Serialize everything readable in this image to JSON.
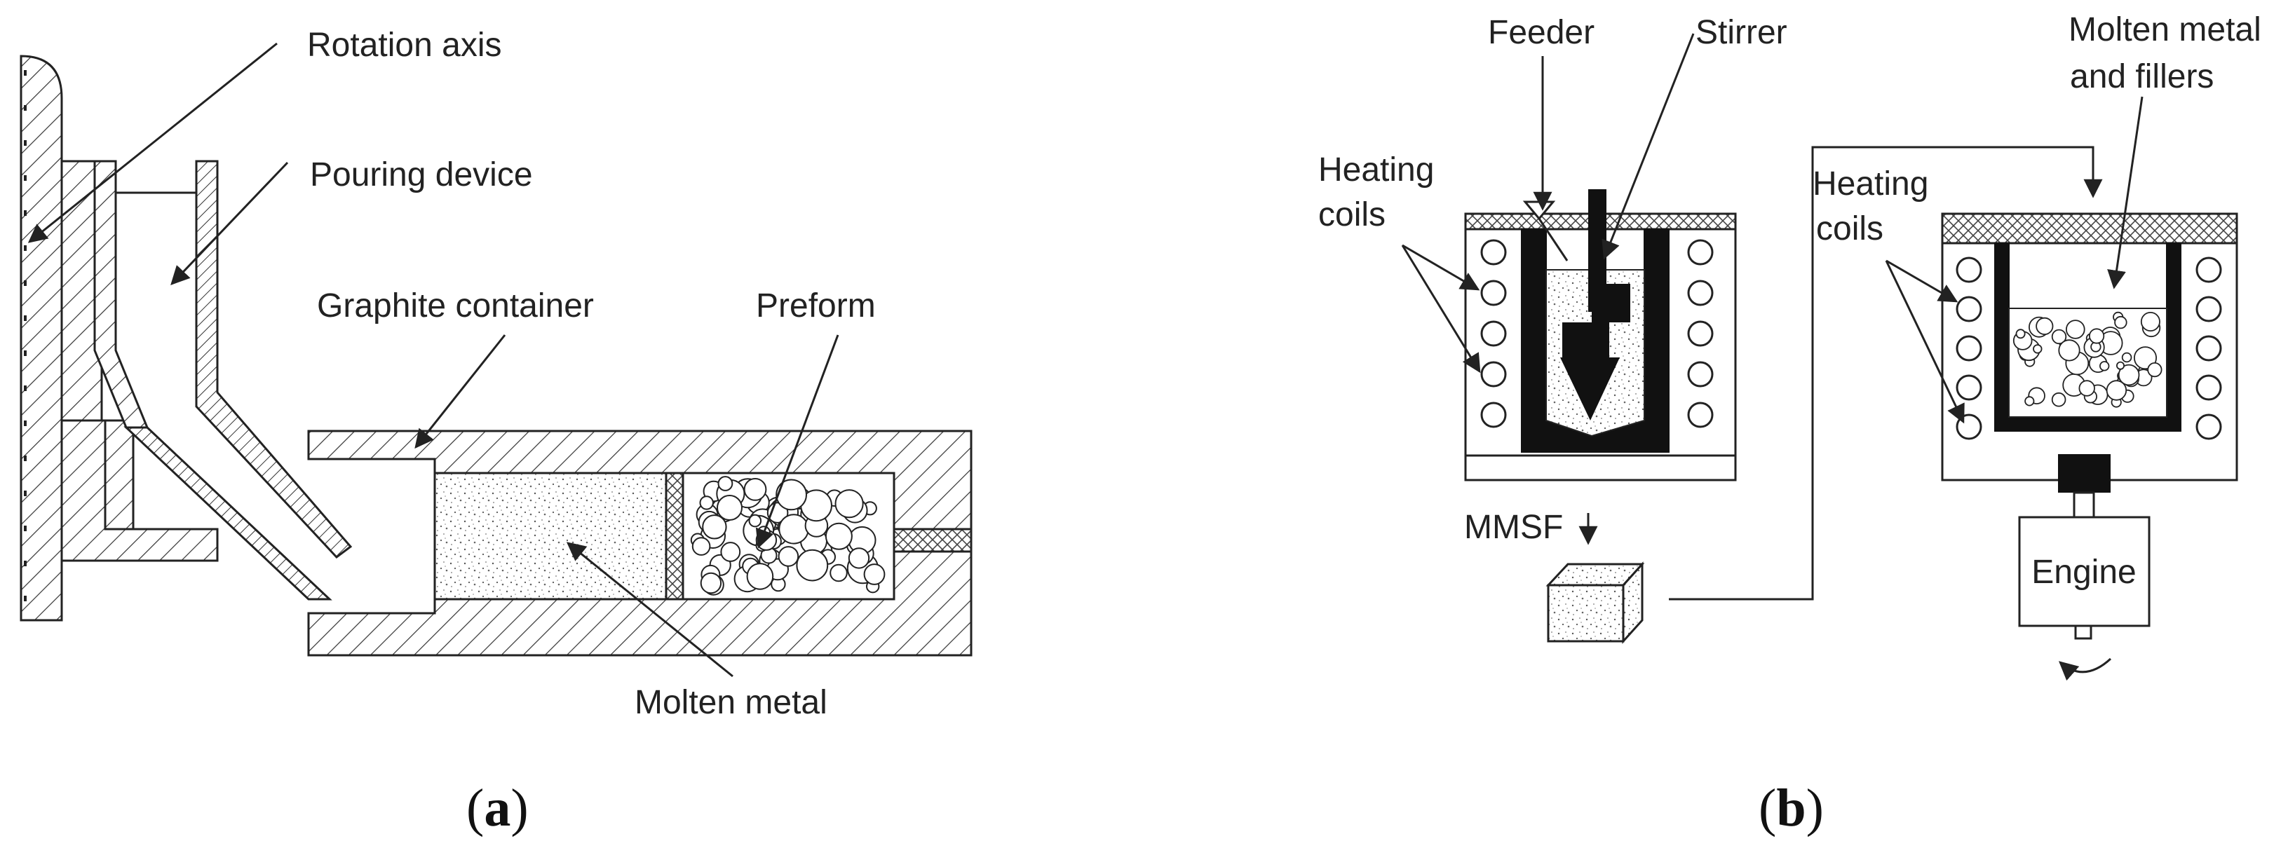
{
  "panel_a": {
    "caption_open": "(",
    "caption_letter": "a",
    "caption_close": ")",
    "labels": {
      "rotation_axis": "Rotation axis",
      "pouring_device": "Pouring device",
      "graphite_container": "Graphite container",
      "preform": "Preform",
      "molten_metal": "Molten metal"
    }
  },
  "panel_b": {
    "caption_open": "(",
    "caption_letter": "b",
    "caption_close": ")",
    "labels": {
      "feeder": "Feeder",
      "stirrer": "Stirrer",
      "heating_coils_left_1": "Heating",
      "heating_coils_left_2": "coils",
      "mmsf": "MMSF",
      "molten_metal_fillers_1": "Molten metal",
      "molten_metal_fillers_2": "and  fillers",
      "heating_coils_right_1": "Heating",
      "heating_coils_right_2": "coils",
      "engine": "Engine"
    }
  }
}
